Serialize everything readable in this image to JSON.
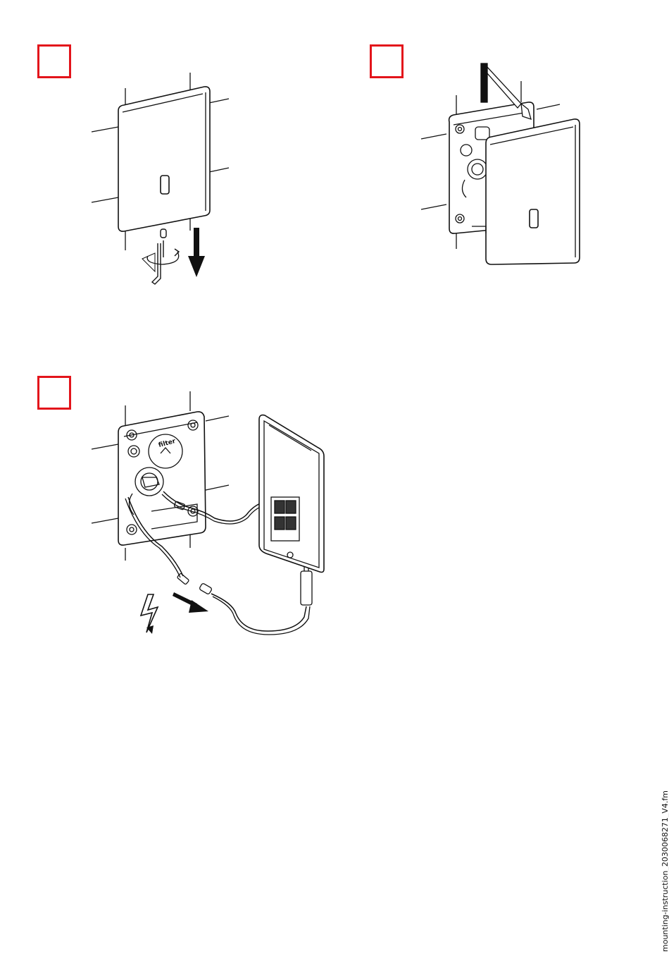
{
  "colors": {
    "step_frame": "#e3141b",
    "line": "#111111"
  },
  "steps": [
    {
      "id": "step-1",
      "icons": [
        "hex-key-icon",
        "arrow-down-icon"
      ]
    },
    {
      "id": "step-2",
      "icons": [
        "arrow-up-icon"
      ]
    },
    {
      "id": "step-3",
      "icons": [
        "lightning-icon",
        "arrow-disconnect-icon"
      ]
    }
  ],
  "figure3": {
    "body_label": "filter"
  },
  "footer": {
    "filename": "mounting-instruction_2030068271_V4.fm"
  }
}
